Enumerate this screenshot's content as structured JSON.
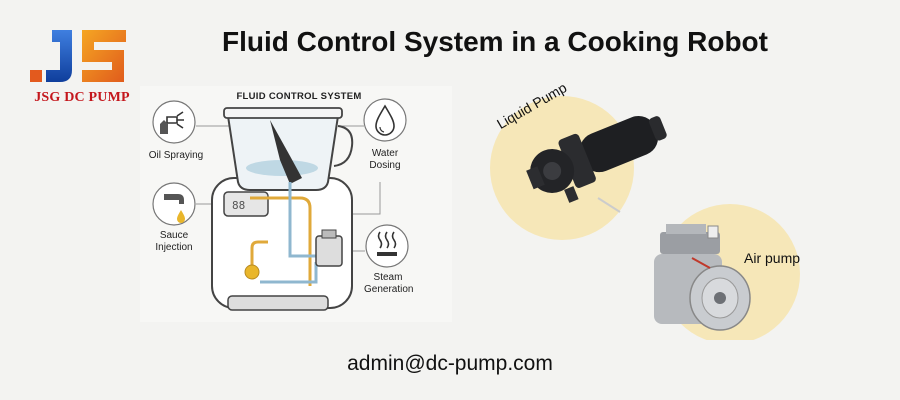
{
  "brand": {
    "name": "JSG DC PUMP",
    "logo_icon": "js-logo-icon"
  },
  "header": {
    "title": "Fluid Control System in a Cooking Robot"
  },
  "illustration": {
    "title": "FLUID CONTROL SYSTEM",
    "items": [
      {
        "label": "Oil Spraying",
        "icon": "spray-icon"
      },
      {
        "label": "Water Dosing",
        "icon": "water-drop-icon"
      },
      {
        "label": "Sauce Injection",
        "icon": "faucet-icon"
      },
      {
        "label": "Steam Generation",
        "icon": "steam-icon"
      }
    ]
  },
  "products": {
    "liquid_pump_label": "Liquid Pump",
    "air_pump_label": "Air pump"
  },
  "contact": {
    "email": "admin@dc-pump.com"
  },
  "colors": {
    "accent": "#f6e7b8",
    "brand_red": "#c4161c",
    "brand_blue": "#1a4fb5",
    "brand_orange": "#f08c1c"
  }
}
